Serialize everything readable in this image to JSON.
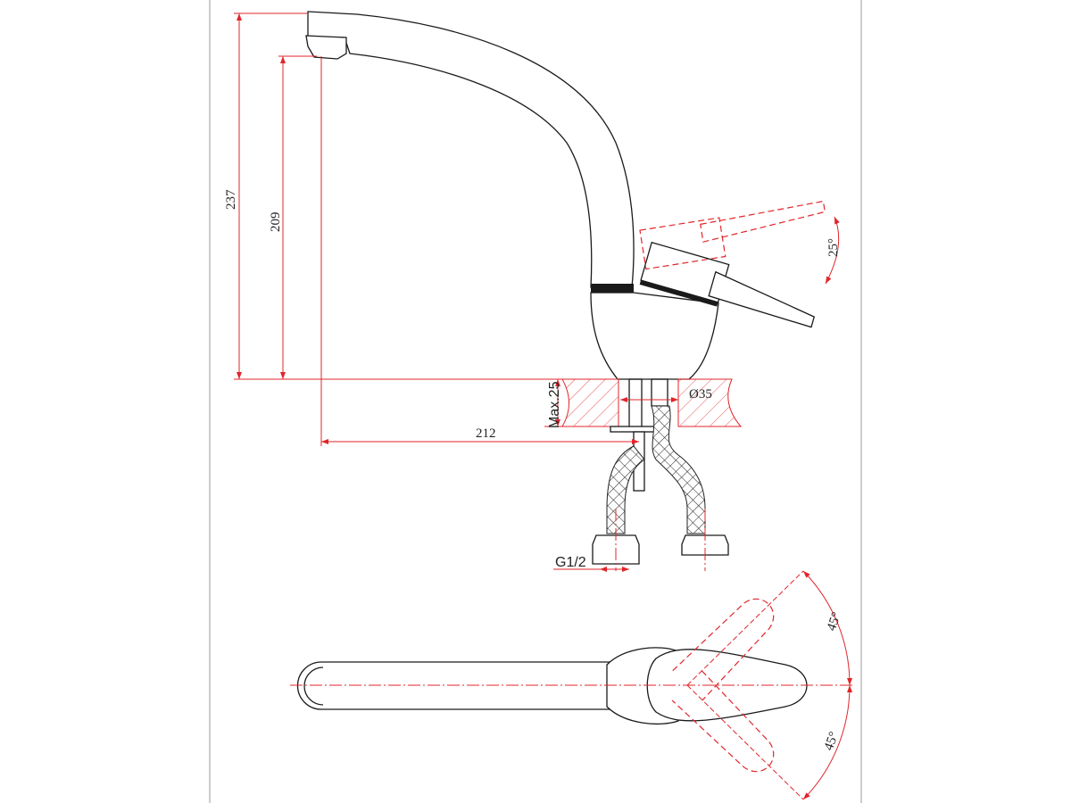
{
  "drawing": {
    "dimensions": {
      "total_height": "237",
      "spout_height": "209",
      "spout_reach": "212",
      "max_counter_thickness": "Max.25",
      "hole_diameter": "Ø35",
      "connection_thread": "G1/2",
      "lever_tilt_angle": "25°",
      "lever_swing_left": "45°",
      "lever_swing_right": "45°"
    },
    "colors": {
      "outline": "#1a1a1a",
      "dimension": "#e0262b"
    }
  }
}
